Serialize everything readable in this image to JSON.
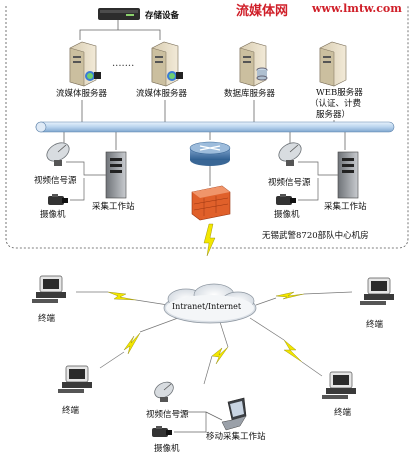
{
  "watermark": {
    "site_name": "流媒体网",
    "url": "www.lmtw.com"
  },
  "server_room": {
    "storage_device": "存储设备",
    "streaming_server_1": "流媒体服务器",
    "streaming_server_2": "流媒体服务器",
    "database_server": "数据库服务器",
    "web_server_line1": "WEB服务器",
    "web_server_line2": "（认证、计费",
    "web_server_line3": "服务器）",
    "left_video_source": "视频信号源",
    "left_camera": "摄像机",
    "left_workstation": "采集工作站",
    "right_video_source": "视频信号源",
    "right_camera": "摄像机",
    "right_workstation": "采集工作站",
    "room_caption": "无锡武警8720部队中心机房"
  },
  "network": {
    "cloud_label": "Intranet/Internet"
  },
  "terminals": {
    "terminal_top_left": "终端",
    "terminal_top_right": "终端",
    "terminal_bottom_left": "终端",
    "terminal_bottom_right": "终端",
    "mobile_video_source": "视频信号源",
    "mobile_camera": "摄像机",
    "mobile_workstation": "移动采集工作站"
  },
  "colors": {
    "watermark": "#d0202a",
    "lightning": "#f2e600",
    "backbone": "#b9d4ee",
    "firewall": "#e0602a"
  }
}
